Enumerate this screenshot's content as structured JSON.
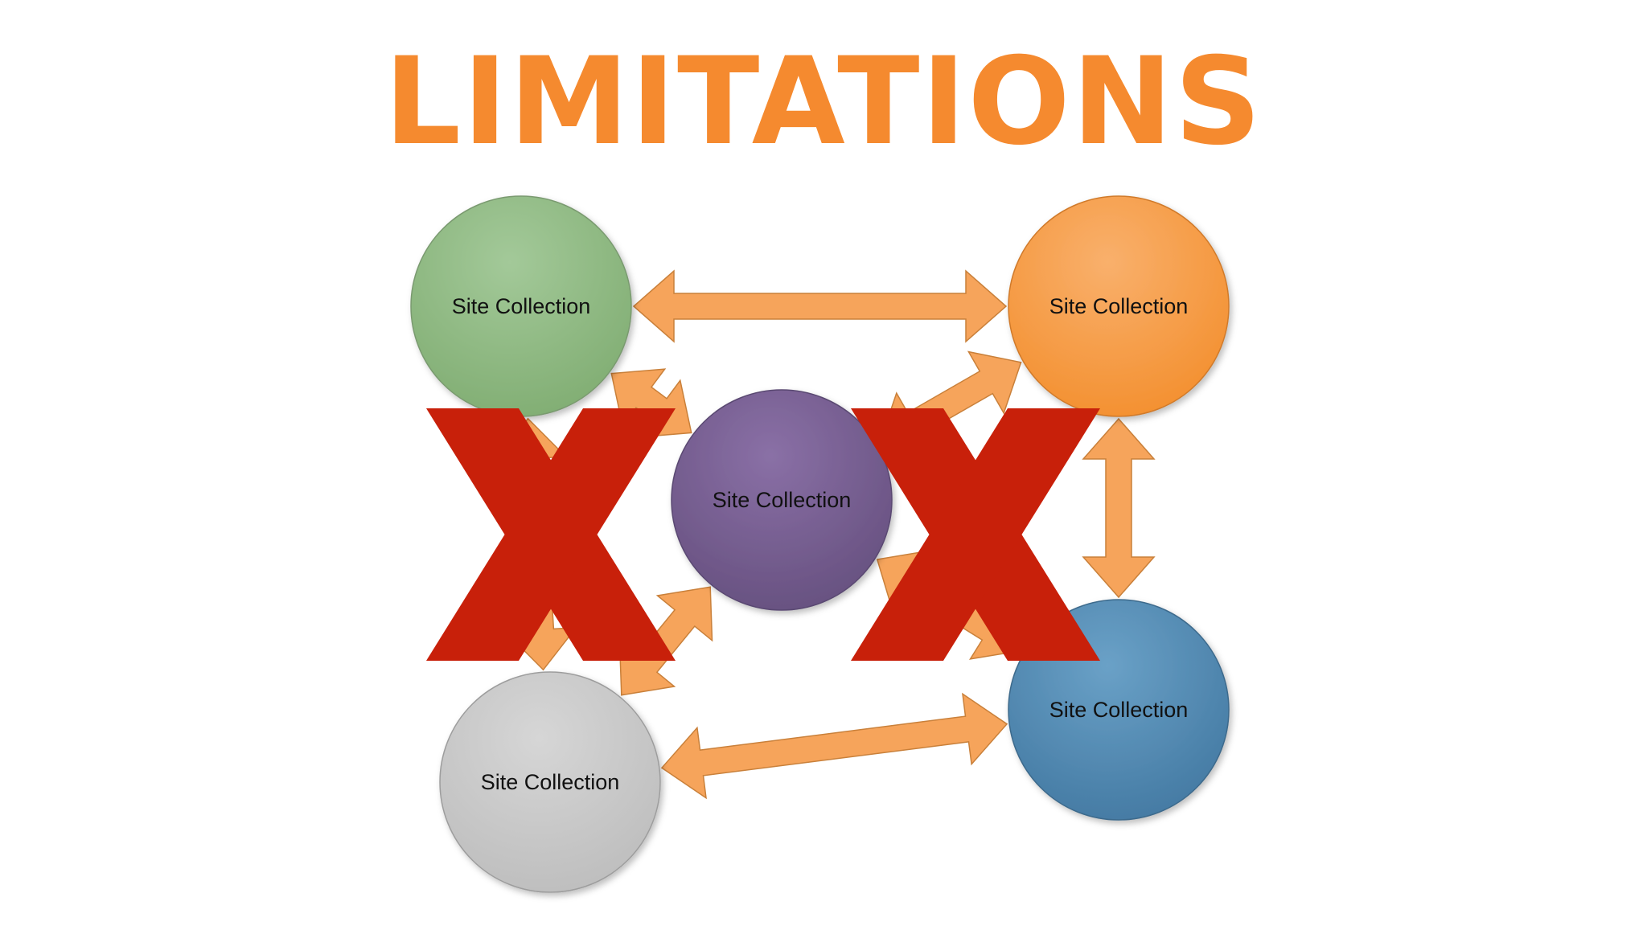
{
  "title": "LIMITATIONS",
  "colors": {
    "title": "#f58a2f",
    "arrow_fill": "#f6a45b",
    "arrow_stroke": "#c9803a",
    "cross": "#c8200a"
  },
  "nodes": {
    "top_left": {
      "label": "Site Collection",
      "color": "#8fbb84"
    },
    "top_right": {
      "label": "Site Collection",
      "color": "#f7a04e"
    },
    "center": {
      "label": "Site Collection",
      "color": "#7a6297"
    },
    "bottom_right": {
      "label": "Site Collection",
      "color": "#5a8db5"
    },
    "bottom_left": {
      "label": "Site Collection",
      "color": "#cacaca"
    }
  },
  "arrows": [
    {
      "from": "top_left",
      "to": "top_right"
    },
    {
      "from": "top_right",
      "to": "bottom_right"
    },
    {
      "from": "bottom_left",
      "to": "bottom_right"
    },
    {
      "from": "top_left",
      "to": "center"
    },
    {
      "from": "top_left",
      "to": "bottom_left"
    },
    {
      "from": "center",
      "to": "bottom_left"
    },
    {
      "from": "center",
      "to": "top_right"
    },
    {
      "from": "center",
      "to": "bottom_right"
    }
  ],
  "crossed_out": [
    "left_links",
    "right_links"
  ]
}
